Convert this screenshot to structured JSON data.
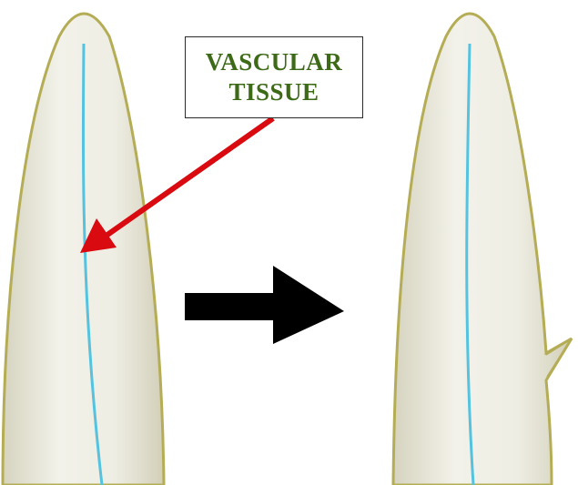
{
  "label": {
    "line1": "VASCULAR",
    "line2": "TISSUE"
  },
  "colors": {
    "label_text": "#3d6a16",
    "root_fill": "#efeee2",
    "root_outline": "#b5ad55",
    "vascular_strand": "#55c3df",
    "pointer_arrow": "#d90b10",
    "transition_arrow": "#000000",
    "background": "#ffffff"
  },
  "icons": {
    "pointer": "red-arrow",
    "transition": "right-arrow"
  }
}
